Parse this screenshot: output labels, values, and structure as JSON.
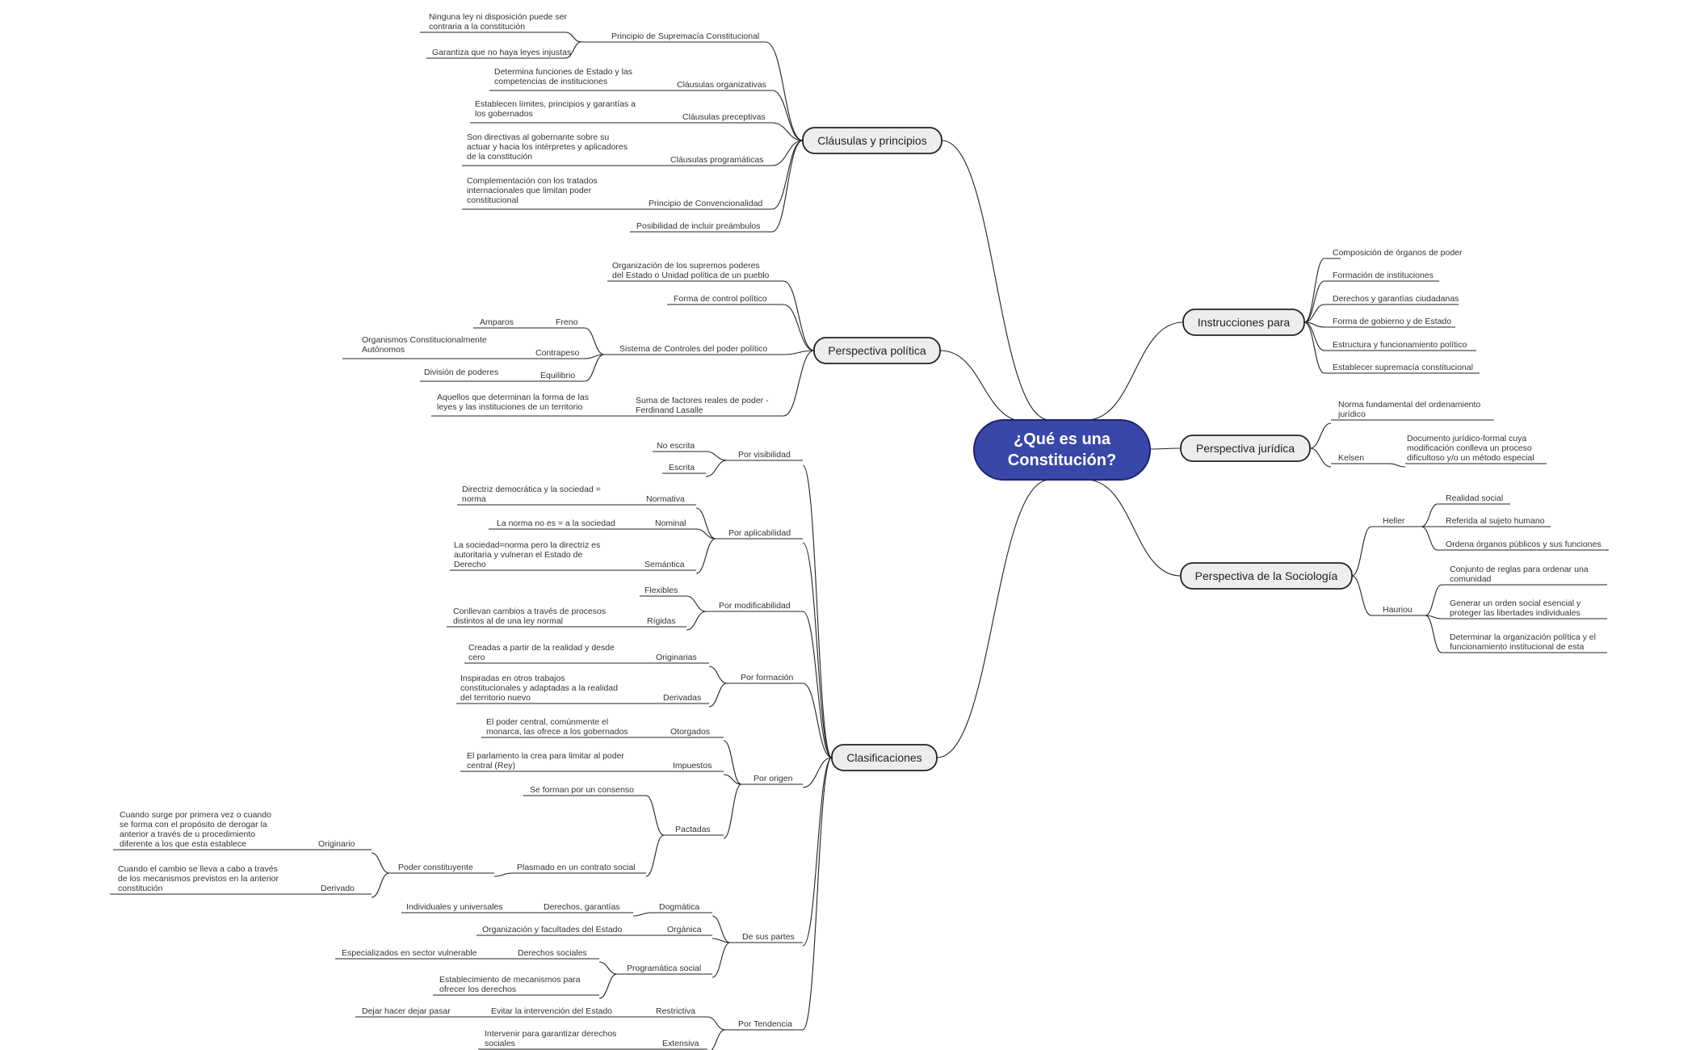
{
  "root": {
    "line1": "¿Qué es una",
    "line2": "Constitución?"
  },
  "colors": {
    "root_fill": "#3847a8",
    "main_fill": "#ededed",
    "line": "#222222",
    "text": "#333333"
  },
  "left": {
    "clausulas": {
      "title": "Cláusulas y principios",
      "supremacia": {
        "label": "Principio de Supremacía Constitucional",
        "c1": [
          "Ninguna ley ni disposición puede ser",
          "contraria a la constitución"
        ],
        "c2": "Garantiza que no haya leyes injustas"
      },
      "organizativas": {
        "label": "Cláusulas organizativas",
        "c1": [
          "Determina funciones de Estado y las",
          "competencias de instituciones"
        ]
      },
      "preceptivas": {
        "label": "Cláusulas preceptivas",
        "c1": [
          "Establecen límites, principios y garantías a",
          "los gobernados"
        ]
      },
      "programaticas": {
        "label": "Cláusulas programáticas",
        "c1": [
          "Son directivas al gobernante sobre su",
          "actuar y hacia los intérpretes y aplicadores",
          "de la constitución"
        ]
      },
      "convencionalidad": {
        "label": "Principio de Convencionalidad",
        "c1": [
          "Complementación con los tratados",
          "internacionales que limitan poder",
          "constitucional"
        ]
      },
      "preambulos": "Posibilidad de incluir preámbulos"
    },
    "politica": {
      "title": "Perspectiva política",
      "organizacion": [
        "Organización de los supremos poderes",
        "del Estado o Unidad política de un pueblo"
      ],
      "control": "Forma de control político",
      "sistema": {
        "label": "Sistema de Controles del poder político",
        "freno": {
          "label": "Freno",
          "c1": "Amparos"
        },
        "contrapeso": {
          "label": "Contrapeso",
          "c1": [
            "Organismos Constitucionalmente",
            "Autónomos"
          ]
        },
        "equilibrio": {
          "label": "Equilibrio",
          "c1": "División de poderes"
        }
      },
      "suma": {
        "label": [
          "Suma de factores reales de poder -",
          "Ferdinand Lasalle"
        ],
        "c1": [
          "Aquellos que determinan la forma de las",
          "leyes y las instituciones de un territorio"
        ]
      }
    },
    "clasificaciones": {
      "title": "Clasificaciones",
      "visibilidad": {
        "label": "Por visibilidad",
        "c1": "No escrita",
        "c2": "Escrita"
      },
      "aplicabilidad": {
        "label": "Por aplicabilidad",
        "normativa": {
          "label": "Normativa",
          "c1": [
            "Directriz democrática y la sociedad =",
            "norma"
          ]
        },
        "nominal": {
          "label": "Nominal",
          "c1": "La norma no es = a la sociedad"
        },
        "semantica": {
          "label": "Semántica",
          "c1": [
            "La sociedad=norma pero la directriz es",
            "autoritaria y vulneran el Estado de",
            "Derecho"
          ]
        }
      },
      "modificabilidad": {
        "label": "Por modificabilidad",
        "flexibles": "Flexibles",
        "rigidas": {
          "label": "Rígidas",
          "c1": [
            "Conllevan cambios a través de procesos",
            "distintos al de una ley normal"
          ]
        }
      },
      "formacion": {
        "label": "Por formación",
        "originarias": {
          "label": "Originarias",
          "c1": [
            "Creadas a partir de la realidad y desde",
            "cero"
          ]
        },
        "derivadas": {
          "label": "Derivadas",
          "c1": [
            "Inspiradas en otros trabajos",
            "constitucionales y adaptadas a la realidad",
            "del territorio nuevo"
          ]
        }
      },
      "origen": {
        "label": "Por origen",
        "otorgados": {
          "label": "Otorgados",
          "c1": [
            "El poder central, comúnmente el",
            "monarca, las ofrece a los gobernados"
          ]
        },
        "impuestos": {
          "label": "Impuestos",
          "c1": [
            "El parlamento la crea para limitar al poder",
            "central (Rey)"
          ]
        },
        "pactadas": {
          "label": "Pactadas",
          "consenso": "Se forman por un consenso",
          "contrato": {
            "label": "Plasmado en un contrato social",
            "poder": {
              "label": "Poder constituyente",
              "originario": {
                "label": "Originario",
                "c1": [
                  "Cuando surge por primera vez o cuando",
                  "se forma con el propósito de derogar la",
                  "anterior a través de u procedimiento",
                  "diferente a los que esta establece"
                ]
              },
              "derivado": {
                "label": "Derivado",
                "c1": [
                  "Cuando el cambio se lleva a cabo a través",
                  "de los mecanismos previstos en la anterior",
                  "constitución"
                ]
              }
            }
          }
        }
      },
      "partes": {
        "label": "De sus partes",
        "dogmatica": {
          "label": "Dogmática",
          "c1": {
            "label": "Derechos, garantías",
            "c1": "Individuales y universales"
          }
        },
        "organica": {
          "label": "Orgánica",
          "c1": "Organización y facultades del Estado"
        },
        "programatica": {
          "label": "Programática social",
          "derechos": {
            "label": "Derechos sociales",
            "c1": "Especializados en sector vulnerable"
          },
          "mecanismos": [
            "Establecimiento de mecanismos para",
            "ofrecer los derechos"
          ]
        }
      },
      "tendencia": {
        "label": "Por Tendencia",
        "restrictiva": {
          "label": "Restrictiva",
          "c1": {
            "label": "Evitar la intervención del Estado",
            "c1": "Dejar hacer dejar pasar"
          }
        },
        "extensiva": {
          "label": "Extensiva",
          "c1": [
            "Intervenir para garantizar derechos",
            "sociales"
          ]
        }
      }
    }
  },
  "right": {
    "instrucciones": {
      "title": "Instrucciones para",
      "items": [
        "Composición de órganos de poder",
        "Formación de instituciones",
        "Derechos y garantías ciudadanas",
        "Forma de gobierno y de Estado",
        "Estructura y funcionamiento político",
        "Establecer supremacía constitucional"
      ]
    },
    "juridica": {
      "title": "Perspectiva jurídica",
      "norma": [
        "Norma fundamental del ordenamiento",
        "jurídico"
      ],
      "kelsen": {
        "label": "Kelsen",
        "c1": [
          "Documento jurídico-formal cuya",
          "modificación conlleva un proceso",
          "dificultoso y/o un método especial"
        ]
      }
    },
    "sociologia": {
      "title": "Perspectiva de la Sociología",
      "heller": {
        "label": "Heller",
        "items": [
          "Realidad social",
          "Referida al sujeto humano",
          "Ordena órganos públicos y sus funciones"
        ]
      },
      "hauriou": {
        "label": "Hauriou",
        "items": [
          [
            "Conjunto de reglas para ordenar una",
            "comunidad"
          ],
          [
            "Generar un orden social esencial y",
            "proteger las libertades individuales"
          ],
          [
            "Determinar la organización política y el",
            "funcionamiento institucional de esta"
          ]
        ]
      }
    }
  }
}
